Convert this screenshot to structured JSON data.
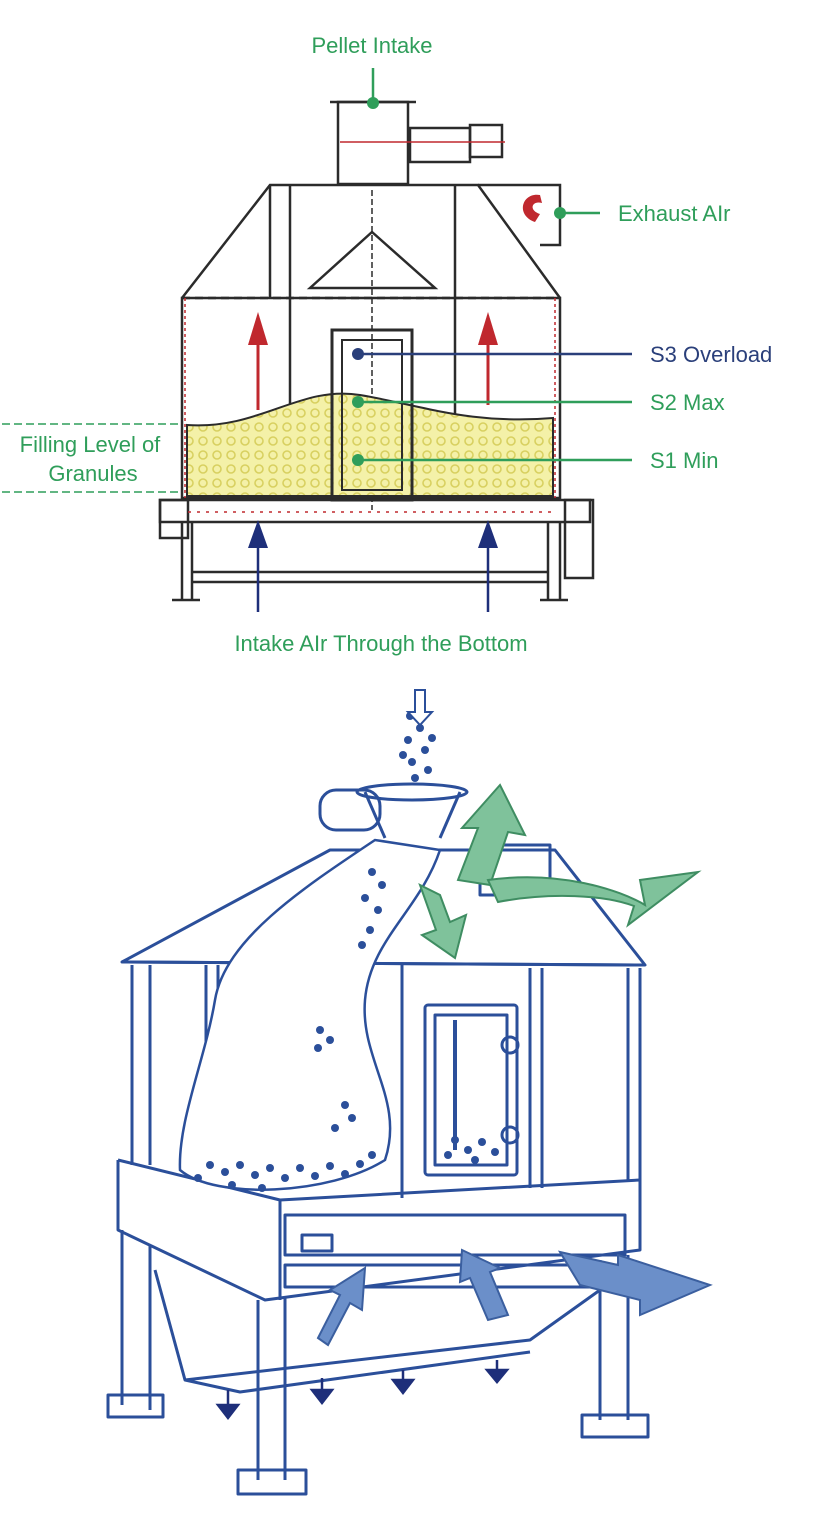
{
  "labels": {
    "pellet_intake": "Pellet Intake",
    "exhaust_air": "Exhaust AIr",
    "s3": "S3 Overload",
    "s2": "S2 Max",
    "s1": "S1 Min",
    "filling_level_line1": "Filling Level of",
    "filling_level_line2": "Granules",
    "intake_air": "Intake AIr Through the Bottom"
  },
  "colors": {
    "label_green": "#2f9e5a",
    "label_navy": "#2a3f7a",
    "line": "#2b2b2b",
    "pellet_fill": "#f4f1a8",
    "pellet_dot": "#e0da64",
    "arrow_red": "#c0282e",
    "arrow_blue": "#1e2f7a",
    "sketch_blue": "#2b4f9a",
    "air_green": "#7fc29b",
    "air_blue": "#6b8fc9"
  },
  "icons": [
    "red-up-arrow",
    "blue-up-arrow",
    "air-flow-arrow",
    "pellet-stream"
  ]
}
